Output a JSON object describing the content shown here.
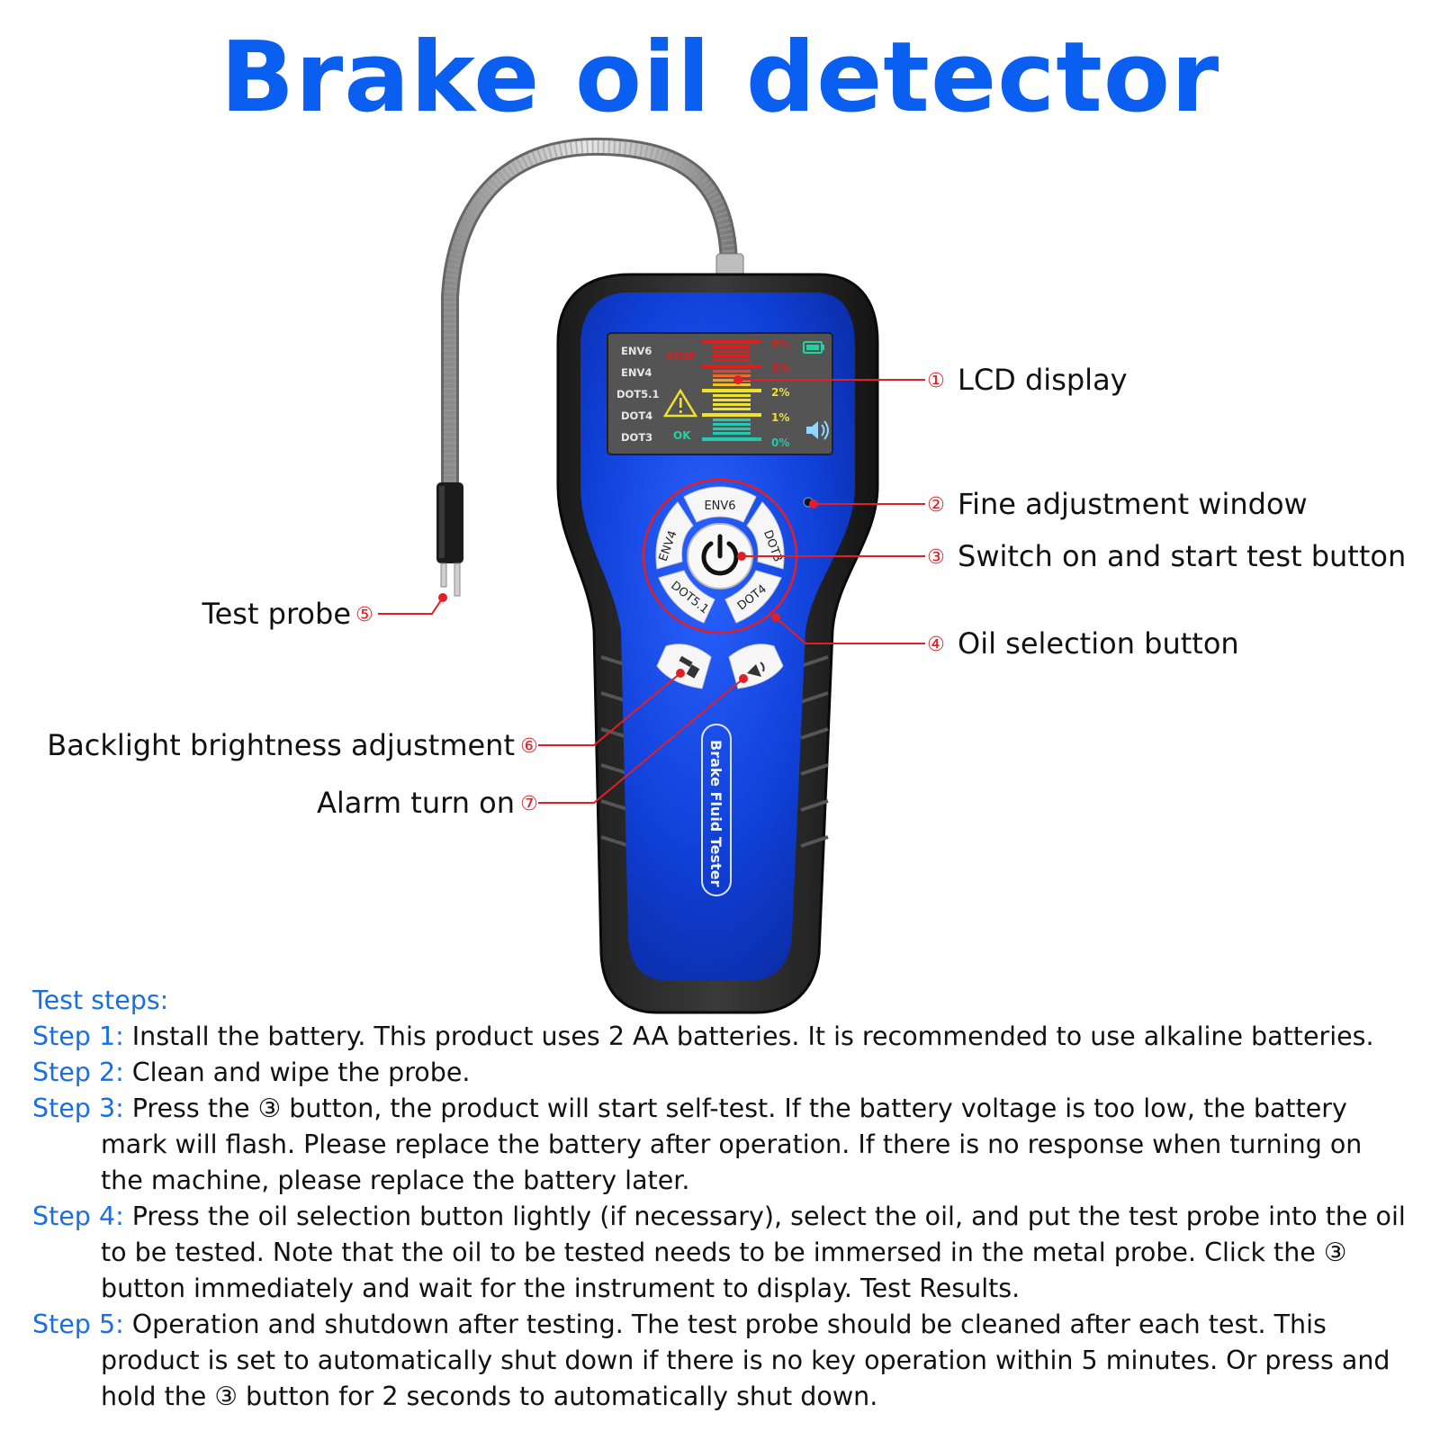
{
  "title": "Brake oil detector",
  "lcd": {
    "oil_types": [
      "ENV6",
      "ENV4",
      "DOT5.1",
      "DOT4",
      "DOT3"
    ],
    "status_stop": "STOP",
    "status_ok": "OK",
    "levels": [
      "4%",
      "3%",
      "2%",
      "1%",
      "0%"
    ],
    "icons": [
      "warning-icon",
      "battery-icon",
      "speaker-icon"
    ]
  },
  "buttons": {
    "env6": "ENV6",
    "dot3": "DOT3",
    "dot4": "DOT4",
    "dot51": "DOT5.1",
    "env4": "ENV4"
  },
  "device_side_text": "Brake Fluid Tester",
  "callouts": [
    {
      "num": "①",
      "text": "LCD display"
    },
    {
      "num": "②",
      "text": "Fine adjustment window"
    },
    {
      "num": "③",
      "text": "Switch on and start test button"
    },
    {
      "num": "④",
      "text": "Oil selection button"
    },
    {
      "num": "⑤",
      "text": "Test probe"
    },
    {
      "num": "⑥",
      "text": "Backlight brightness adjustment"
    },
    {
      "num": "⑦",
      "text": "Alarm turn on"
    }
  ],
  "steps": {
    "heading": "Test steps:",
    "items": [
      {
        "label": "Step 1:",
        "text": " Install the battery. This product uses 2 AA batteries. It is recommended to use alkaline batteries."
      },
      {
        "label": "Step 2:",
        "text": " Clean and wipe the probe."
      },
      {
        "label": "Step 3:",
        "text": " Press the ③ button, the product will start self-test. If the battery voltage is too low, the battery mark will flash. Please replace the battery after operation. If there is no response when turning on the machine, please replace the battery later."
      },
      {
        "label": "Step 4:",
        "text": " Press the oil selection button lightly (if necessary), select the oil, and put the test probe into the oil to be tested. Note that the oil to be tested needs to be immersed in the metal probe. Click the ③ button immediately and wait for the instrument to display. Test Results."
      },
      {
        "label": "Step 5:",
        "text": " Operation and shutdown after testing. The test probe should be cleaned after each test. This product is set to automatically shut down if there is no key operation within 5 minutes. Or press and hold the ③ button for 2 seconds to automatically shut down."
      }
    ]
  }
}
